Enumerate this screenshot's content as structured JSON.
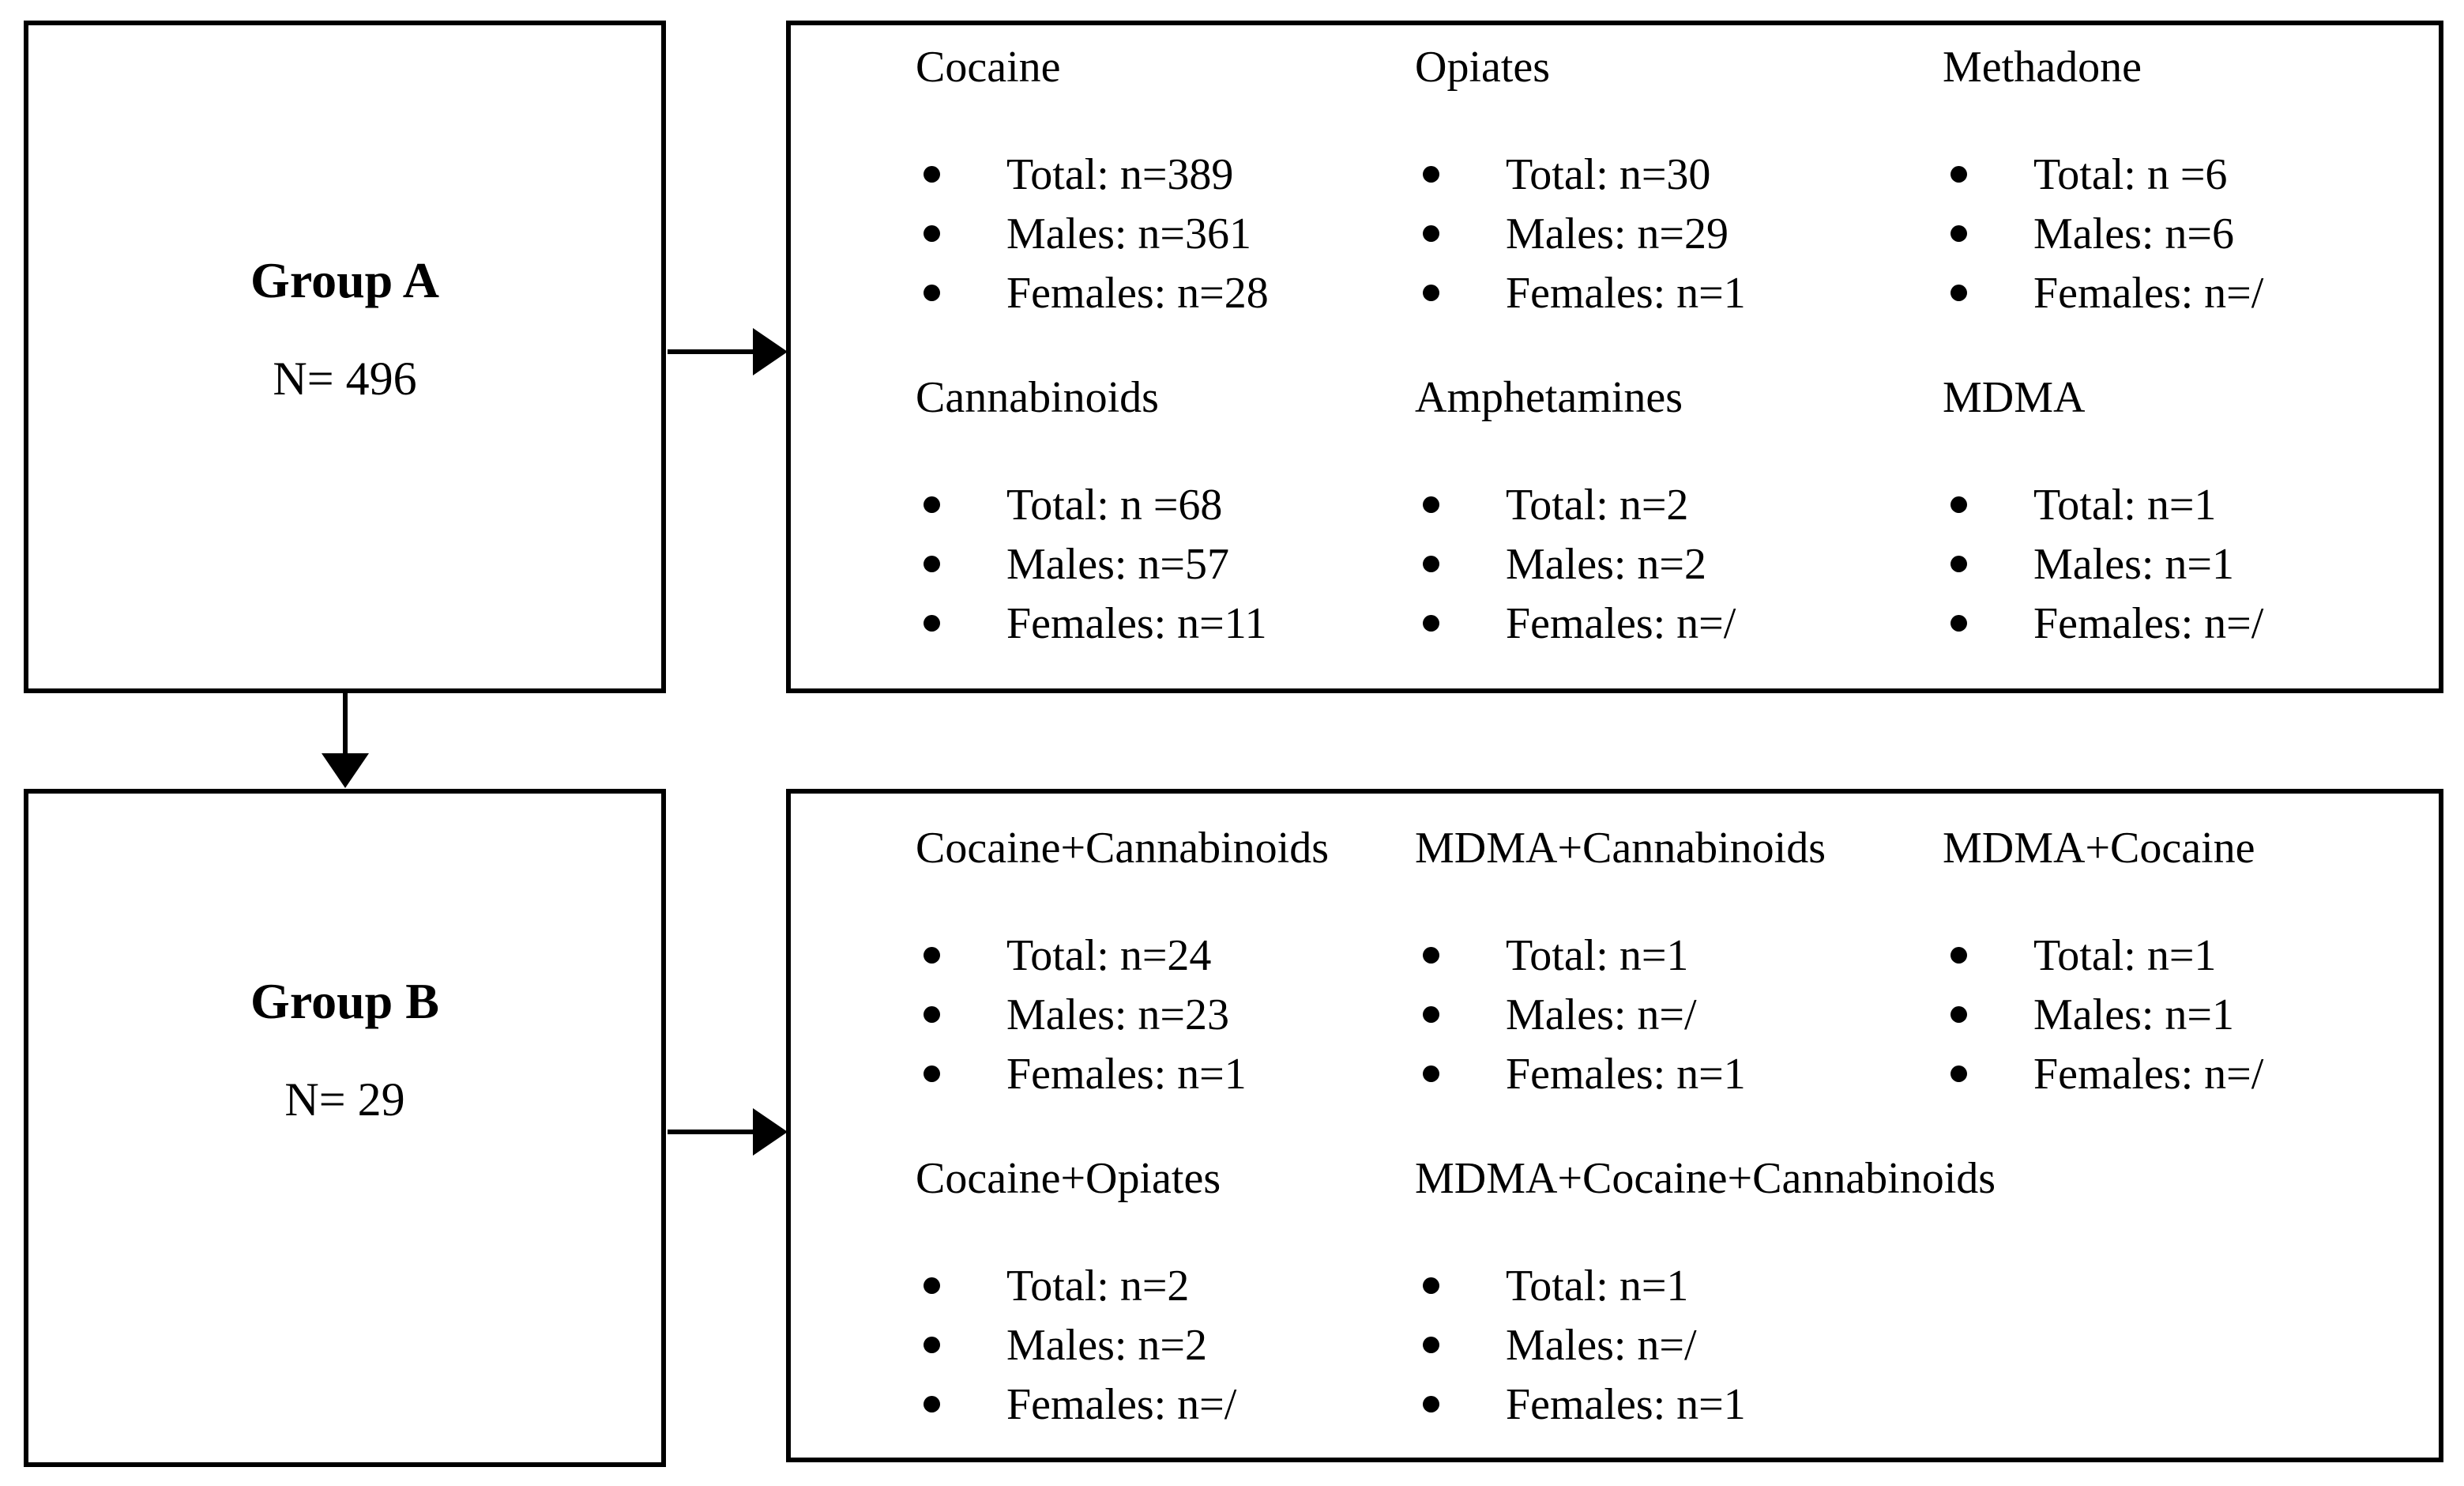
{
  "colors": {
    "line": "#000000",
    "text": "#000000",
    "background": "#ffffff"
  },
  "group_a": {
    "title": "Group A",
    "n": "N= 496"
  },
  "group_b": {
    "title": "Group B",
    "n": "N= 29"
  },
  "panel_a": {
    "drugs": [
      {
        "title": "Cocaine",
        "lines": [
          "Total: n=389",
          "Males: n=361",
          "Females: n=28"
        ]
      },
      {
        "title": "Opiates",
        "lines": [
          "Total: n=30",
          "Males: n=29",
          "Females: n=1"
        ]
      },
      {
        "title": "Methadone",
        "lines": [
          "Total: n =6",
          "Males: n=6",
          "Females: n=/"
        ]
      },
      {
        "title": "Cannabinoids",
        "lines": [
          "Total: n =68",
          "Males: n=57",
          "Females: n=11"
        ]
      },
      {
        "title": "Amphetamines",
        "lines": [
          "Total: n=2",
          "Males: n=2",
          "Females: n=/"
        ]
      },
      {
        "title": "MDMA",
        "lines": [
          "Total: n=1",
          "Males: n=1",
          "Females: n=/"
        ]
      }
    ]
  },
  "panel_b": {
    "drugs": [
      {
        "title": "Cocaine+Cannabinoids",
        "lines": [
          "Total: n=24",
          "Males: n=23",
          "Females: n=1"
        ]
      },
      {
        "title": "MDMA+Cannabinoids",
        "lines": [
          "Total: n=1",
          "Males: n=/",
          "Females: n=1"
        ]
      },
      {
        "title": "MDMA+Cocaine",
        "lines": [
          "Total: n=1",
          "Males: n=1",
          "Females: n=/"
        ]
      },
      {
        "title": "Cocaine+Opiates",
        "lines": [
          "Total: n=2",
          "Males: n=2",
          "Females: n=/"
        ]
      },
      {
        "title": "MDMA+Cocaine+Cannabinoids",
        "lines": [
          "Total: n=1",
          "Males: n=/",
          "Females: n=1"
        ]
      }
    ]
  }
}
